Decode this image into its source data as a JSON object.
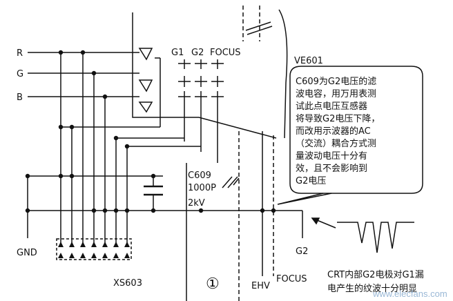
{
  "labels": {
    "r": "R",
    "g": "G",
    "b": "B",
    "g1": "G1",
    "g2": "G2",
    "focus_top": "FOCUS",
    "tube": "VE601",
    "cap_name": "C609",
    "cap_value": "1000P",
    "cap_voltage": "2kV",
    "gnd": "GND",
    "connector": "XS603",
    "circled_number": "①",
    "ehv": "EHV",
    "focus_bottom": "FOCUS",
    "g2_bottom": "G2"
  },
  "callout": {
    "lines": [
      "C609为G2电压的滤",
      "波电容，用万用表测",
      "试此点电压互感器",
      "将导致G2电压下降，",
      "而改用示波器的AC",
      "（交流）耦合方式测",
      "量波动电压十分有",
      "效，且不会影响到",
      "G2电压"
    ]
  },
  "caption": {
    "lines": [
      "CRT内部G2电极对G1漏",
      "电产生的纹波十分明显"
    ]
  },
  "watermark": "www.elecfans.com",
  "colors": {
    "line": "#111111",
    "watermark": "#9ab8d6"
  }
}
